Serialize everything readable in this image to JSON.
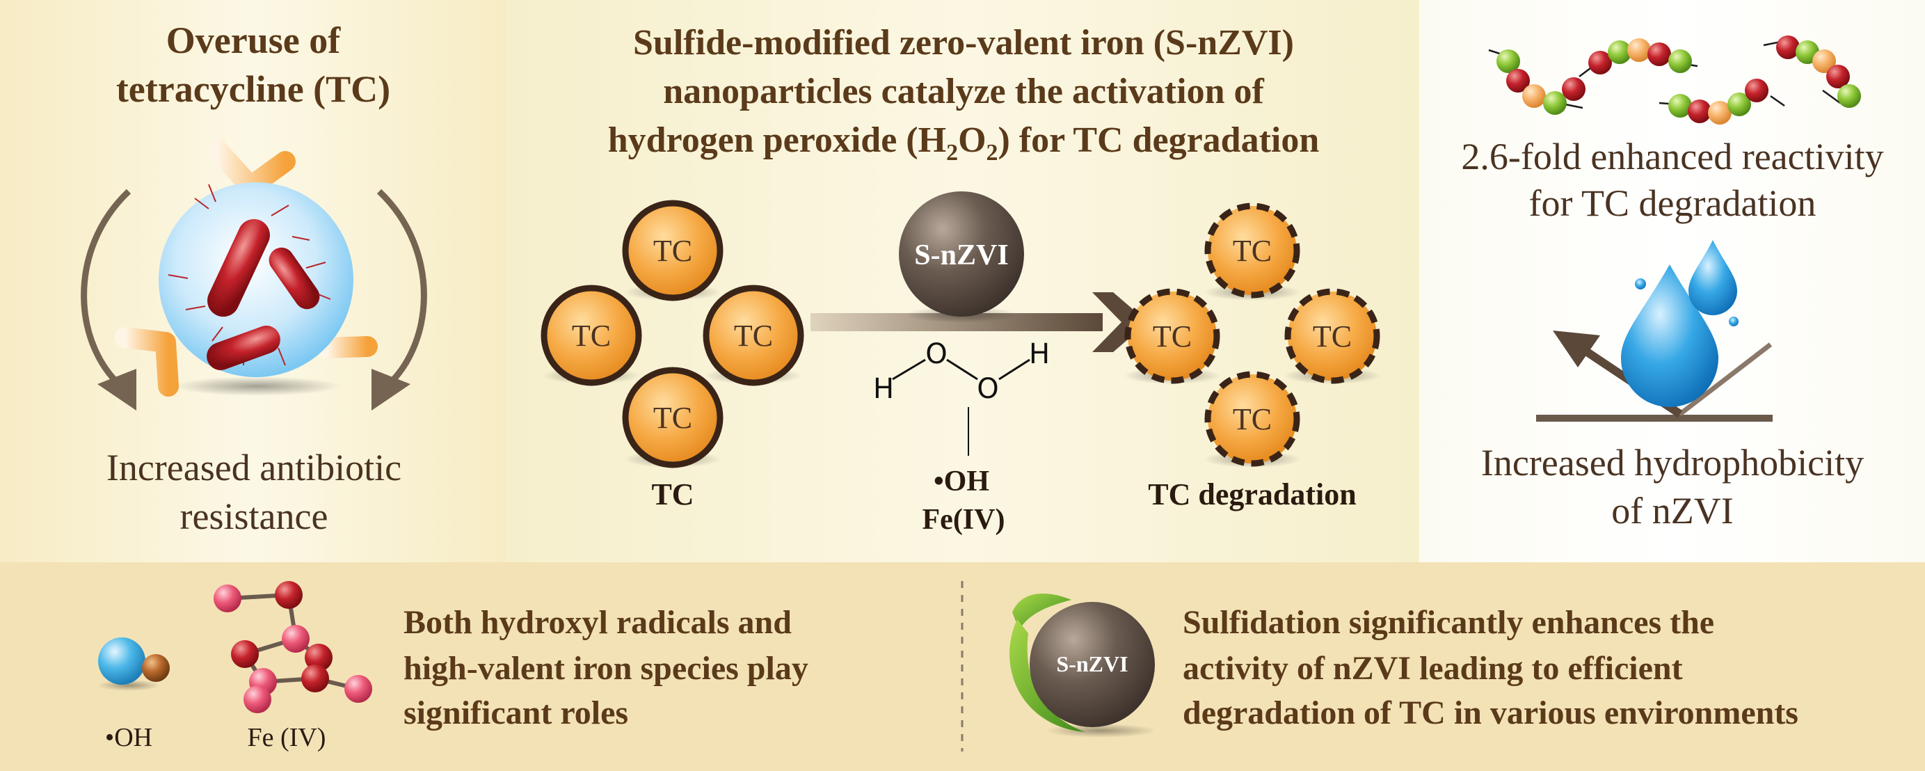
{
  "left_panel": {
    "title_lines": [
      "Overuse of",
      "tetracycline (TC)"
    ],
    "caption_lines": [
      "Increased antibiotic",
      "resistance"
    ]
  },
  "center_panel": {
    "title_line1": "Sulfide-modified zero-valent iron (S-nZVI)",
    "title_line2": "nanoparticles catalyze the activation of",
    "title_line3_pre": "hydrogen peroxide (H",
    "title_sub_h": "2",
    "title_mid": "O",
    "title_sub_o": "2",
    "title_line3_post": ") for TC degradation",
    "tc_label": "TC",
    "catalyst_label": "S-nZVI",
    "molecule_atoms": [
      "H",
      "O",
      "O",
      "H"
    ],
    "reactive_species": [
      "•OH",
      "Fe(IV)"
    ],
    "left_group_label": "TC",
    "right_group_label": "TC degradation"
  },
  "right_panel": {
    "top_lines": [
      "2.6-fold enhanced reactivity",
      "for TC degradation"
    ],
    "bottom_lines": [
      "Increased hydrophobicity",
      "of nZVI"
    ]
  },
  "bottom_band": {
    "left_legend": [
      "•OH",
      "Fe (IV)"
    ],
    "left_text_lines": [
      "Both hydroxyl radicals and",
      "high-valent iron species play",
      "significant roles"
    ],
    "right_icon_label": "S-nZVI",
    "right_text_lines": [
      "Sulfidation significantly enhances the",
      "activity of nZVI leading to efficient",
      "degradation of TC in various environments"
    ]
  },
  "colors": {
    "title_brown": "#5a3a1a",
    "body_brown": "#4a3322",
    "tc_orange": "#f4a33b",
    "bottom_band": "#f4e2b8",
    "right_panel": "#ffffff"
  }
}
